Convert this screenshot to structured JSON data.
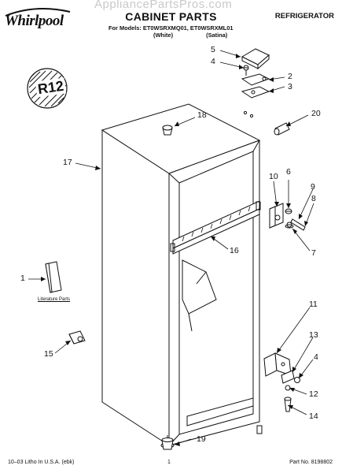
{
  "watermark": "AppliancePartsPros.com",
  "brand": {
    "logo_text": "Whirlpool"
  },
  "header": {
    "title": "CABINET PARTS",
    "category": "REFRIGERATOR",
    "models_line": "For Models: ET0WSRXMQ01, ET0WSRXML01",
    "variant_white": "(White)",
    "variant_satina": "(Satina)"
  },
  "badge": {
    "text": "R12"
  },
  "callouts": {
    "c1": "1",
    "c2": "2",
    "c3": "3",
    "c4_top": "4",
    "c4_bottom": "4",
    "c5": "5",
    "c6": "6",
    "c7": "7",
    "c8": "8",
    "c9": "9",
    "c10": "10",
    "c11": "11",
    "c12": "12",
    "c13": "13",
    "c14": "14",
    "c15": "15",
    "c16": "16",
    "c17": "17",
    "c18": "18",
    "c19": "19",
    "c20": "20"
  },
  "literature_label": "Literature Parts",
  "footer": {
    "left": "10–03 Litho In U.S.A. (ebk)",
    "center": "1",
    "right": "Part No. 8198802"
  }
}
